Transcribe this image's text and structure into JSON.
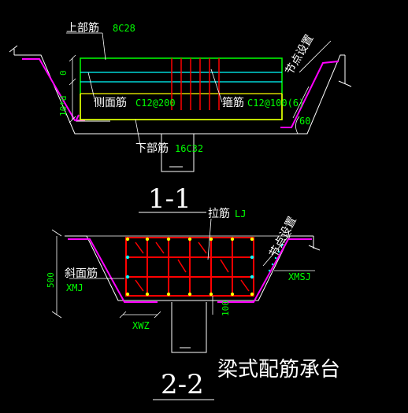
{
  "labels": {
    "top_bar": "上部筋",
    "top_bar_spec": "8C28",
    "side_bar": "侧面筋",
    "side_bar_spec": "C12@200",
    "stirrup": "箍筋",
    "stirrup_spec": "C12@100(6)",
    "bottom_bar": "下部筋",
    "bottom_bar_spec": "16C32",
    "node_setting_1": "节点设置",
    "node_setting_2": "节点设置",
    "angle": "60",
    "section_1": "1-1",
    "tie_bar": "拉筋",
    "tie_bar_spec": "LJ",
    "slope_bar": "斜面筋",
    "slope_bar_spec": "XMJ",
    "slope_bar_right": "XMSJ",
    "dim_500": "500",
    "dim_100": "100",
    "dim_xwz": "XWZ",
    "section_2": "2-2",
    "caption": "梁式配筋承台",
    "dim_zero": "0",
    "dim_10d": "10*d"
  },
  "colors": {
    "background": "#000000",
    "outline": "#ffffff",
    "top_rebar": "#00ff00",
    "side_rebar": "#00ffff",
    "bottom_rebar": "#ffff00",
    "stirrup": "#ff0000",
    "slope_rebar": "#ff00ff",
    "label_green": "#00ff00",
    "label_white": "#ffffff",
    "dot_yellow": "#ffff00",
    "dot_cyan": "#00ffff"
  }
}
